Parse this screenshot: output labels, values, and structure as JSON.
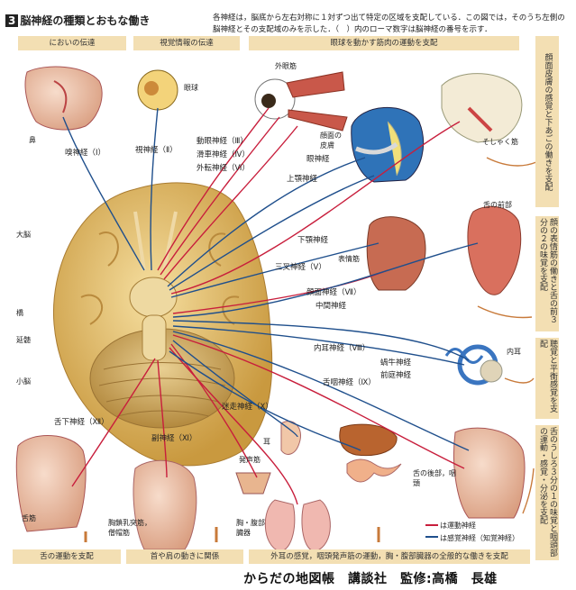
{
  "heading": {
    "number": "3",
    "title": "脳神経の種類とおもな働き"
  },
  "note": "各神経は，脳底から左右対称に１対ずつ出て特定の区域を支配している．この図では，そのうち左側の脳神経とその支配域のみを示した．（　）内のローマ数字は脳神経の番号を示す．",
  "top_bands": [
    "においの伝達",
    "視覚情報の伝達",
    "眼球を動かす筋肉の運動を支配"
  ],
  "side_bands": [
    "顔面皮膚の感覚と下あごの働きを支配",
    "顔の表情筋の働きと舌の前３分の２の味覚を支配",
    "聴覚と平衡感覚を支配",
    "舌のうしろ３分の１の味覚と咽頭部の運動・感覚・分泌を支配"
  ],
  "bottom_bands": [
    "舌の運動を支配",
    "首や肩の動きに関係",
    "外耳の感覚，咽頭発声筋の運動，胸・腹部臓器の全般的な働きを支配"
  ],
  "organ_labels": {
    "nose": "鼻",
    "eyeball": "眼球",
    "extraocular": "外眼筋",
    "face_skin": "顔面の皮膚",
    "masseter": "そしゃく筋",
    "tongue_front": "舌の前部",
    "expression_muscle": "表情筋",
    "inner_ear": "内耳",
    "cerebrum": "大脳",
    "pons": "橋",
    "medulla": "延髄",
    "cerebellum": "小脳",
    "ear": "耳",
    "larynx": "発声筋",
    "chest_abdomen": "胸・腹部臓器",
    "tongue_back": "舌の後部，咽頭",
    "tongue_muscle": "舌筋",
    "neck_muscle": "胸鎖乳突筋，僧帽筋"
  },
  "nerves": {
    "olfactory": "嗅神経（Ⅰ）",
    "optic": "視神経（Ⅱ）",
    "oculomotor": "動眼神経（Ⅲ）",
    "trochlear": "滑車神経（Ⅳ）",
    "abducens": "外転神経（Ⅵ）",
    "ophthalmic": "眼神経",
    "maxillary": "上顎神経",
    "mandibular": "下顎神経",
    "trigeminal": "三叉神経（Ⅴ）",
    "facial": "顔面神経（Ⅶ）",
    "intermediate": "中間神経",
    "vestibulocochlear": "内耳神経（Ⅷ）",
    "cochlear": "蝸牛神経",
    "vestibular": "前庭神経",
    "glossopharyngeal": "舌咽神経（Ⅸ）",
    "vagus": "迷走神経（Ⅹ）",
    "hypoglossal": "舌下神経（Ⅻ）",
    "accessory": "副神経（Ⅺ）"
  },
  "legend": {
    "motor": "は運動神経",
    "sensory": "は感覚神経（知覚神経）"
  },
  "colors": {
    "motor": "#c81e3c",
    "sensory": "#1f4f8c",
    "band": "#f3dfb3",
    "brain": "#e2c07a"
  },
  "credit": "からだの地図帳　講談社　監修:高橋　長雄"
}
